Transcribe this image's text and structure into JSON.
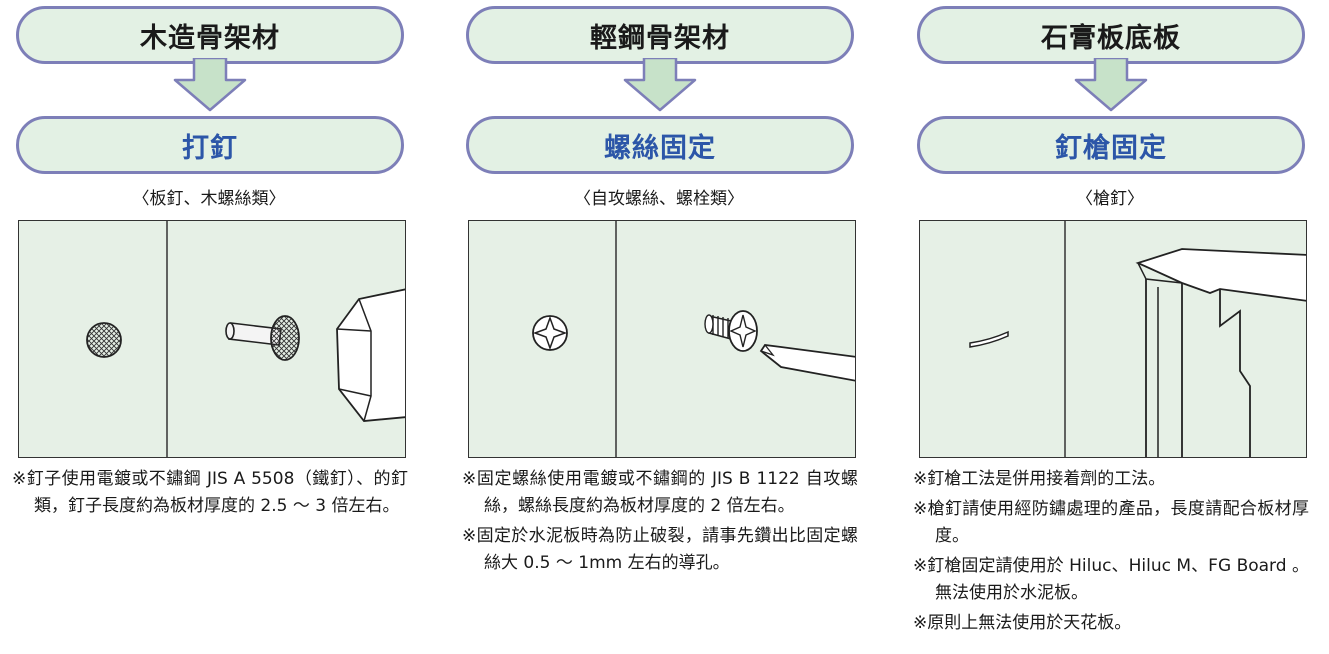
{
  "columns": [
    {
      "top_label": "木造骨架材",
      "bottom_label": "打釘",
      "subtitle": "〈板釘、木螺絲類〉",
      "icon": "nail-hammer-illustration",
      "notes": [
        "※釘子使用電鍍或不鏽鋼 JIS A 5508（鐵釘）、的釘類，釘子長度約為板材厚度的 2.5 ～ 3 倍左右。"
      ]
    },
    {
      "top_label": "輕鋼骨架材",
      "bottom_label": "螺絲固定",
      "subtitle": "〈自攻螺絲、螺栓類〉",
      "icon": "screw-screwdriver-illustration",
      "notes": [
        "※固定螺絲使用電鍍或不鏽鋼的 JIS B 1122 自攻螺絲，螺絲長度約為板材厚度的 2 倍左右。",
        "※固定於水泥板時為防止破裂，請事先鑽出比固定螺絲大 0.5 ～ 1mm 左右的導孔。"
      ]
    },
    {
      "top_label": "石膏板底板",
      "bottom_label": "釘槍固定",
      "subtitle": "〈槍釘〉",
      "icon": "staple-gun-illustration",
      "notes": [
        "※釘槍工法是併用接着劑的工法。",
        "※槍釘請使用經防鏽處理的產品，長度請配合板材厚度。",
        "※釘槍固定請使用於 Hiluc、Hiluc M、FG Board 。無法使用於水泥板。",
        "※原則上無法使用於天花板。"
      ]
    }
  ],
  "colors": {
    "pill_fill": "#e3f1e4",
    "pill_border": "#7d7fb8",
    "bottom_label_text": "#2c56a8",
    "illustration_bg": "#e6f0e6"
  }
}
